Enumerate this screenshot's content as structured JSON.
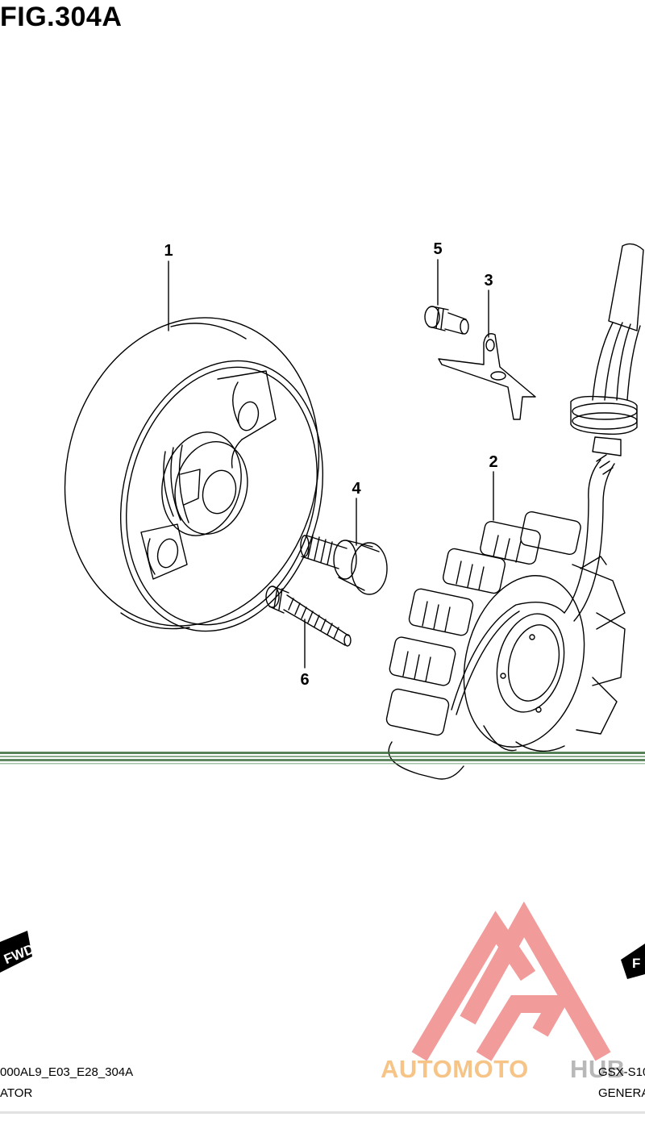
{
  "figure": {
    "title": "FIG.304A"
  },
  "callouts": [
    {
      "id": "1",
      "label": "1"
    },
    {
      "id": "2",
      "label": "2"
    },
    {
      "id": "3",
      "label": "3"
    },
    {
      "id": "4",
      "label": "4"
    },
    {
      "id": "5",
      "label": "5"
    },
    {
      "id": "6",
      "label": "6"
    }
  ],
  "footer": {
    "left_code": "000AL9_E03_E28_304A",
    "left_name": "ATOR",
    "right_code": "GSX-S10",
    "right_name": "GENERA"
  },
  "watermark": {
    "part1": "AUTOMOTO",
    "part2": "HUB"
  },
  "badges": {
    "left": "FWD",
    "right": "F"
  },
  "colors": {
    "line": "#000000",
    "divider": "#3a6b3a",
    "logo": "#f08a8a",
    "accent": "#f6c487"
  }
}
